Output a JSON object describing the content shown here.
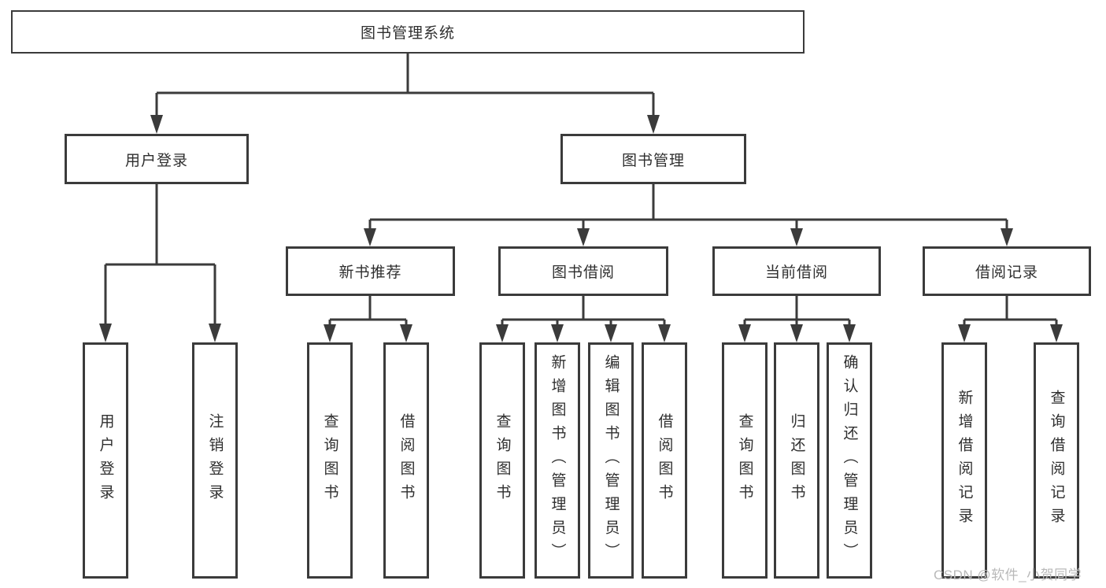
{
  "diagram": {
    "type": "hierarchy-tree",
    "root": {
      "label": "图书管理系统"
    },
    "level2": [
      {
        "label": "用户登录"
      },
      {
        "label": "图书管理"
      }
    ],
    "level3": [
      {
        "label": "新书推荐"
      },
      {
        "label": "图书借阅"
      },
      {
        "label": "当前借阅"
      },
      {
        "label": "借阅记录"
      }
    ],
    "leaves": {
      "user_login": [
        "用户登录",
        "注销登录"
      ],
      "new_book": [
        "查询图书",
        "借阅图书"
      ],
      "book_borrow": [
        "查询图书",
        "新增图书（管理员）",
        "编辑图书（管理员）",
        "借阅图书"
      ],
      "current_borrow": [
        "查询图书",
        "归还图书",
        "确认归还（管理员）"
      ],
      "borrow_record": [
        "新增借阅记录",
        "查询借阅记录"
      ]
    }
  },
  "colors": {
    "line": "#3b3b3b",
    "text": "#2f2f2f",
    "background": "#ffffff",
    "watermark": "#b9b9b9"
  },
  "watermark": {
    "text": "CSDN @软件_小贺同学"
  }
}
